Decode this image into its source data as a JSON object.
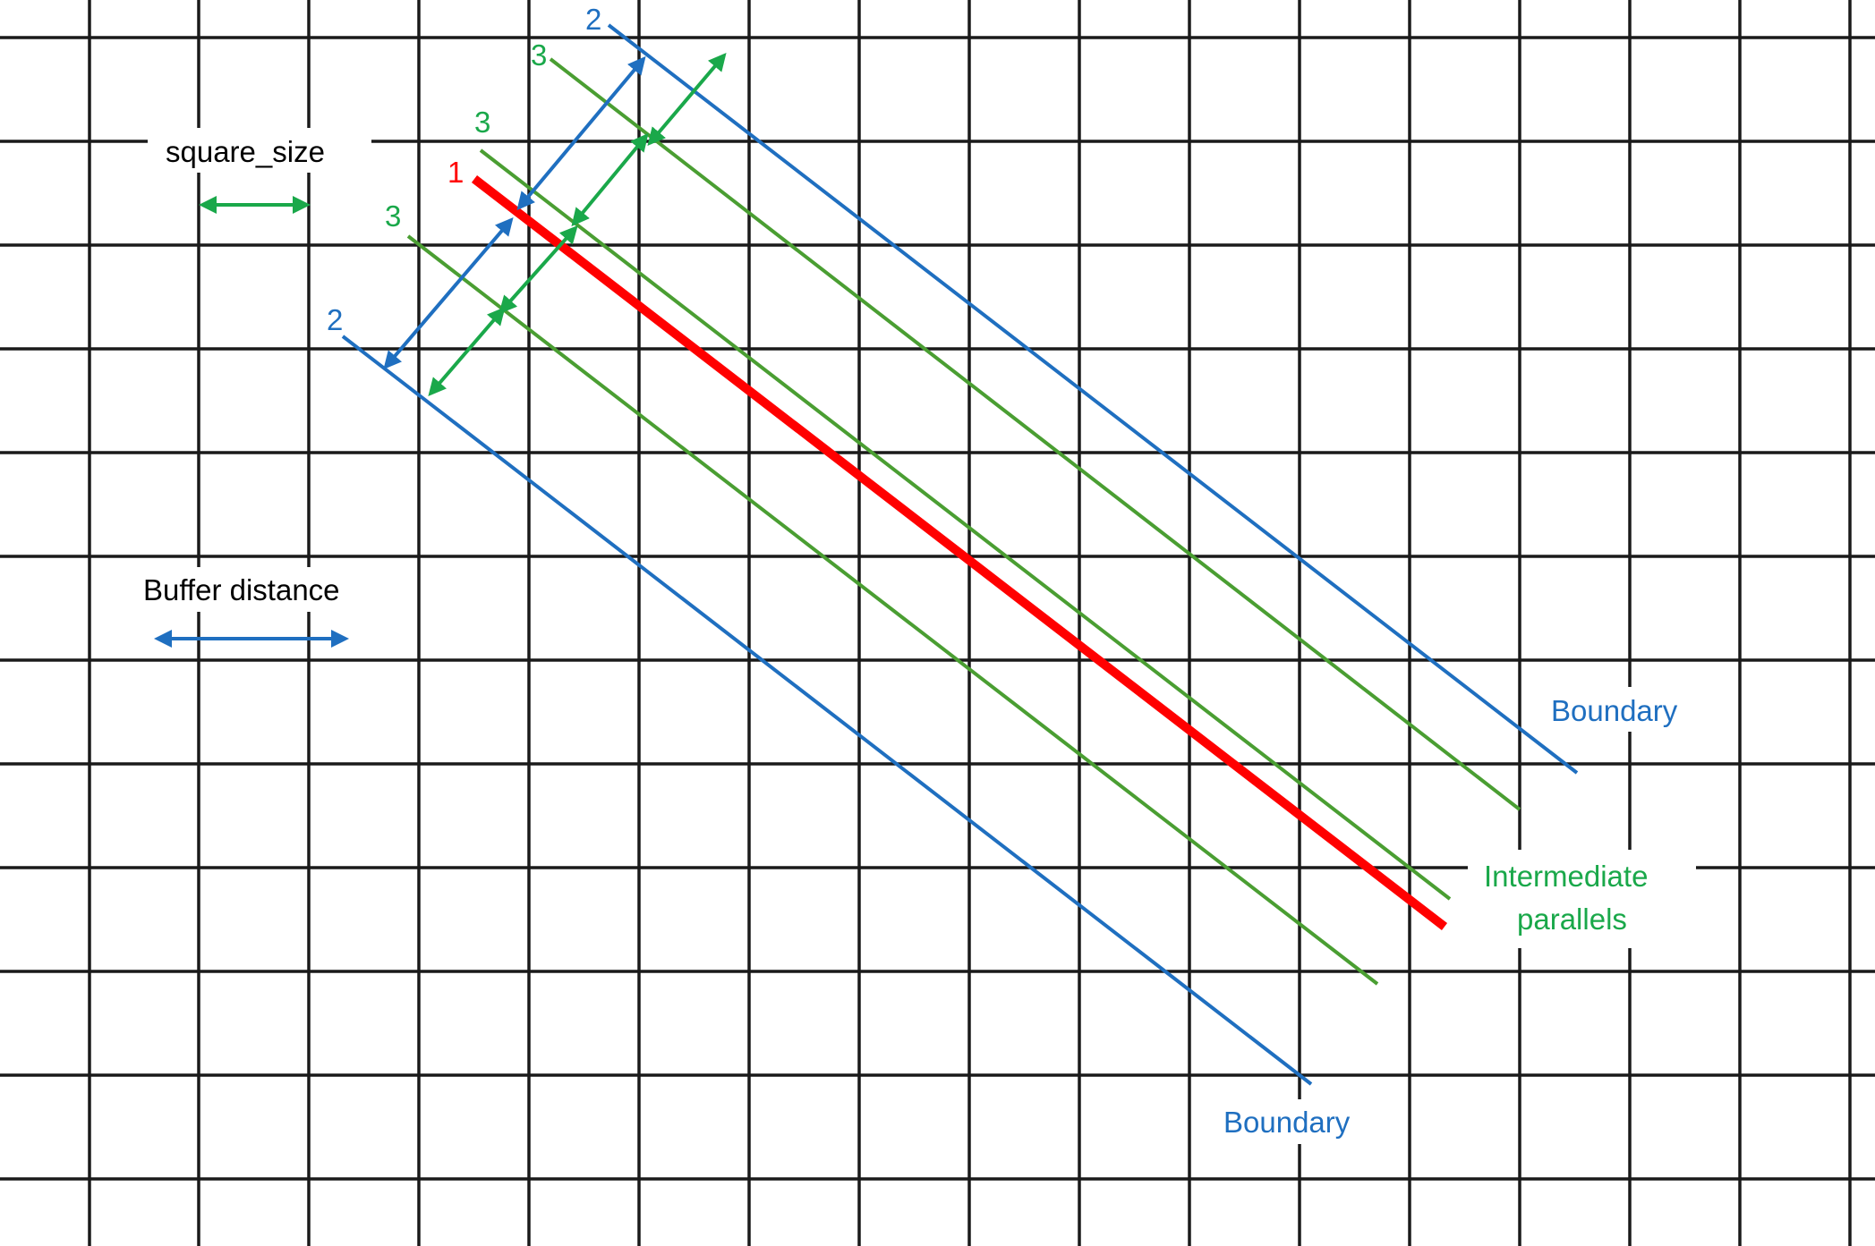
{
  "labels": {
    "square_size": "square_size",
    "buffer_distance": "Buffer distance",
    "boundary_top": "Boundary",
    "boundary_bottom": "Boundary",
    "intermediate_line1": "Intermediate",
    "intermediate_line2": "parallels"
  },
  "line_numbers": {
    "center": "1",
    "boundary_top": "2",
    "boundary_bottom": "2",
    "intermediate_1": "3",
    "intermediate_2": "3",
    "intermediate_3": "3"
  },
  "colors": {
    "grid": "#1a1a1a",
    "center_line": "#ff0000",
    "boundary": "#1f6fc0",
    "intermediate": "#4a9e32",
    "dimension_green": "#1aa84a",
    "label_blue": "#1f6fc0",
    "label_green": "#1aa84a",
    "label_red": "#ff0000",
    "label_black": "#000000"
  }
}
